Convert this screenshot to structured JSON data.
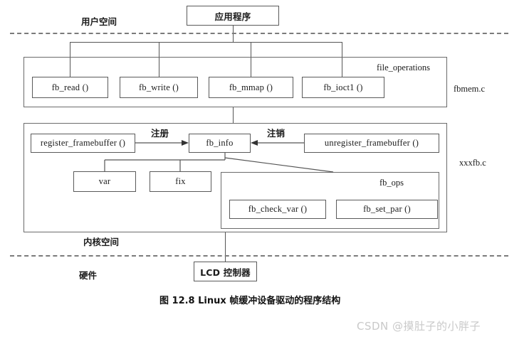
{
  "figure": {
    "caption": "图 12.8    Linux 帧缓冲设备驱动的程序结构",
    "watermark": "CSDN @摸肚子的小胖子"
  },
  "layers": {
    "user_space": "用户空间",
    "kernel_space": "内核空间",
    "hardware": "硬件"
  },
  "nodes": {
    "application": "应用程序",
    "fb_read": "fb_read ()",
    "fb_write": "fb_write ()",
    "fb_mmap": "fb_mmap ()",
    "fb_ioctl": "fb_ioct1 ()",
    "register_framebuffer": "register_framebuffer ()",
    "unregister_framebuffer": "unregister_framebuffer ()",
    "fb_info": "fb_info",
    "var": "var",
    "fix": "fix",
    "fb_check_var": "fb_check_var ()",
    "fb_set_par": "fb_set_par ()",
    "lcd_controller": "LCD 控制器"
  },
  "groups": {
    "file_operations": "file_operations",
    "fbmem_c": "fbmem.c",
    "xxxfb_c": "xxxfb.c",
    "fb_ops": "fb_ops"
  },
  "edges": {
    "register": "注册",
    "unregister": "注销"
  },
  "colors": {
    "line": "#555555",
    "box_border": "#5a5a5a",
    "dashed_divider": "#7b7b7b",
    "text": "#1b1b1b",
    "watermark": "#c9c9c9",
    "background": "#ffffff"
  }
}
